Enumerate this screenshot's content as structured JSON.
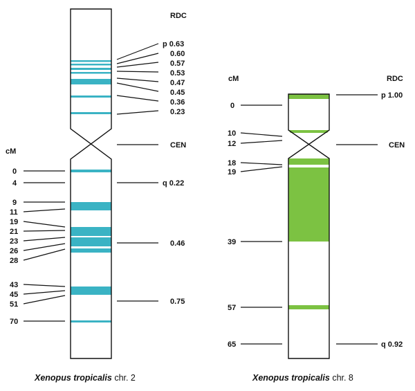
{
  "colors": {
    "chr2_band": "#3ab3c4",
    "chr8_band": "#7cc242",
    "line": "#111111"
  },
  "chr2": {
    "caption_species": "Xenopus tropicalis",
    "caption_rest": " chr. 2",
    "header_left": "cM",
    "header_right": "RDC",
    "centromere_label": "CEN",
    "p_labels": [
      "p 0.63",
      "0.60",
      "0.57",
      "0.53",
      "0.47",
      "0.45",
      "0.36",
      "0.23"
    ],
    "q_labels": [
      "q 0.22",
      "0.46",
      "0.75"
    ],
    "cm_labels": [
      "0",
      "4",
      "9",
      "11",
      "19",
      "21",
      "23",
      "26",
      "28",
      "43",
      "45",
      "51",
      "70"
    ]
  },
  "chr8": {
    "caption_species": "Xenopus tropicalis",
    "caption_rest": " chr. 8",
    "header_left": "cM",
    "header_right": "RDC",
    "centromere_label": "CEN",
    "p_labels": [
      "p 1.00"
    ],
    "q_labels": [
      "q 0.92"
    ],
    "cm_labels": [
      "0",
      "10",
      "12",
      "18",
      "19",
      "39",
      "57",
      "65"
    ]
  }
}
